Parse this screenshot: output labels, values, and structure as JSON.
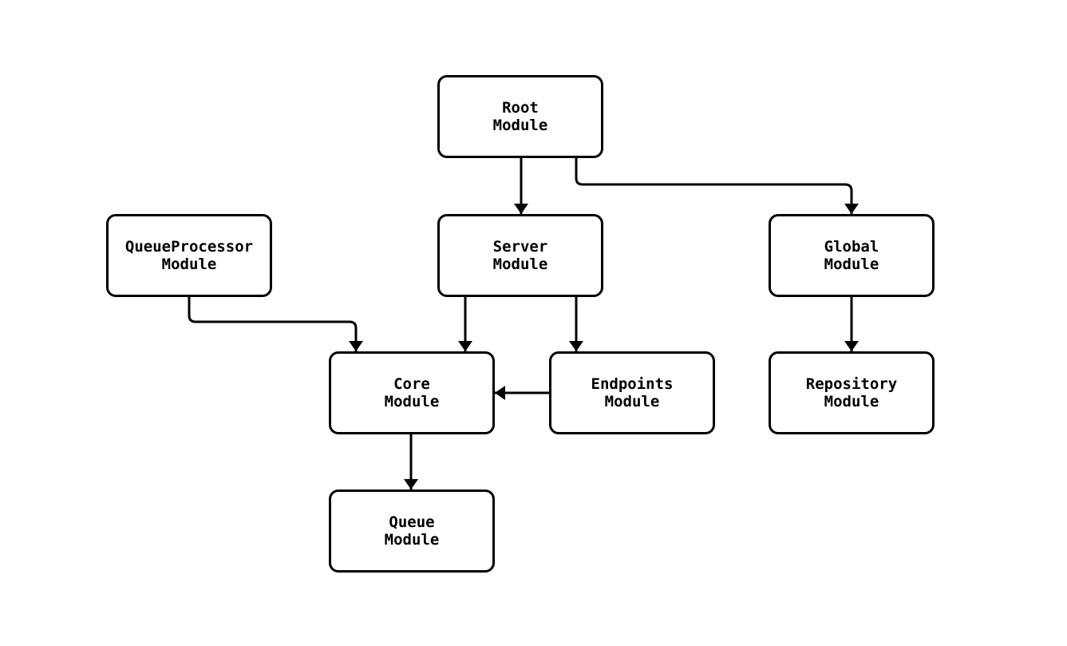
{
  "diagram": {
    "type": "module-dependency-graph",
    "colors": {
      "background": "#ffffff",
      "node_fill": "#ffffff",
      "stroke": "#000000",
      "text": "#000000"
    },
    "nodes": [
      {
        "id": "root",
        "label": "Root\nModule"
      },
      {
        "id": "queueprocessor",
        "label": "QueueProcessor\nModule"
      },
      {
        "id": "server",
        "label": "Server\nModule"
      },
      {
        "id": "global",
        "label": "Global\nModule"
      },
      {
        "id": "core",
        "label": "Core\nModule"
      },
      {
        "id": "endpoints",
        "label": "Endpoints\nModule"
      },
      {
        "id": "repository",
        "label": "Repository\nModule"
      },
      {
        "id": "queue",
        "label": "Queue\nModule"
      }
    ],
    "edges": [
      {
        "from": "root",
        "to": "server"
      },
      {
        "from": "root",
        "to": "global"
      },
      {
        "from": "queueprocessor",
        "to": "core"
      },
      {
        "from": "server",
        "to": "core"
      },
      {
        "from": "server",
        "to": "endpoints"
      },
      {
        "from": "endpoints",
        "to": "core"
      },
      {
        "from": "global",
        "to": "repository"
      },
      {
        "from": "core",
        "to": "queue"
      }
    ]
  }
}
